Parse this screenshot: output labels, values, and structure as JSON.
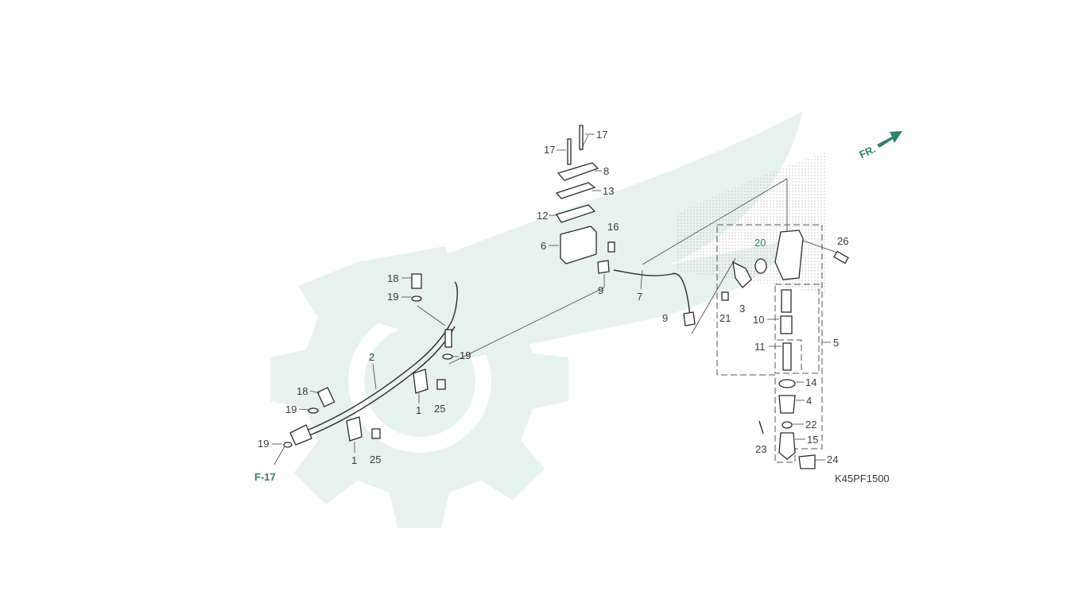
{
  "labels": {
    "p1a": "1",
    "p1b": "1",
    "p2": "2",
    "p3": "3",
    "p4": "4",
    "p5": "5",
    "p6": "6",
    "p7": "7",
    "p8": "8",
    "p9a": "9",
    "p9b": "9",
    "p10": "10",
    "p11": "11",
    "p12": "12",
    "p13": "13",
    "p14": "14",
    "p15": "15",
    "p16": "16",
    "p17a": "17",
    "p17b": "17",
    "p18a": "18",
    "p18b": "18",
    "p19a": "19",
    "p19b": "19",
    "p19c": "19",
    "p19d": "19",
    "p20": "20",
    "p21": "21",
    "p22": "22",
    "p23": "23",
    "p24": "24",
    "p25a": "25",
    "p25b": "25",
    "p26": "26"
  },
  "ref": "F-17",
  "front": "FR.",
  "code": "K45PF1500",
  "colors": {
    "accent": "#2f7f6c",
    "watermark": "#e6f2ee",
    "line": "#2b2b2b"
  }
}
